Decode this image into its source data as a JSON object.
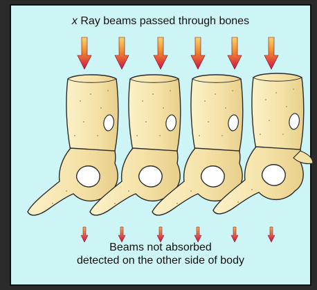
{
  "top_caption": {
    "prefix": "x",
    "text": " Ray beams passed through bones"
  },
  "bottom_caption": {
    "line1": "Beams not absorbed",
    "line2": "detected on the other side of body"
  },
  "beam_count": 6,
  "vertebra_count": 4,
  "colors": {
    "background": "#cdf5f5",
    "bone": "#f6e7b3",
    "bone_outline": "#2a2a2a",
    "foramen": "#ffffff",
    "arrow_top": "#f5c85a",
    "arrow_bottom": "#d0104a"
  },
  "icons": {
    "beam": "down-arrow-icon",
    "bone": "vertebra-illustration"
  }
}
